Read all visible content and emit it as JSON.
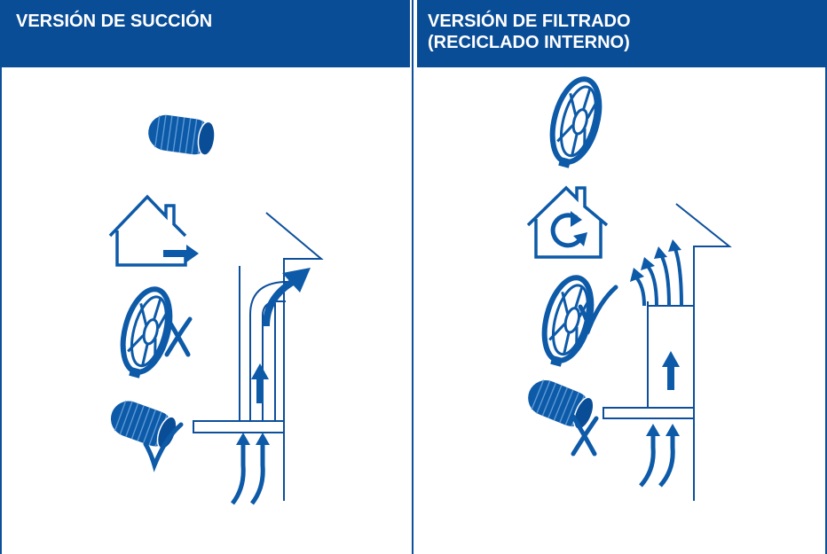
{
  "columns": [
    {
      "title": "VERSIÓN DE SUCCIÓN",
      "title_lines": [
        "VERSIÓN DE SUCCIÓN"
      ]
    },
    {
      "title": "VERSIÓN DE FILTRADO (RECICLADO INTERNO)",
      "title_lines": [
        "VERSIÓN DE FILTRADO",
        "(RECICLADO INTERNO)"
      ]
    }
  ],
  "colors": {
    "header_bg": "#0a4d97",
    "header_text": "#ffffff",
    "icon": "#0d5aa8",
    "line": "#0d4f9a"
  },
  "icons": {
    "left": [
      "duct-hose-icon",
      "house-exhaust-icon",
      "carbon-filter-icon",
      "cross-mark-icon",
      "duct-hose-icon",
      "check-mark-icon",
      "wall-duct-airflow-icon"
    ],
    "right": [
      "carbon-filter-icon",
      "house-recirculation-icon",
      "carbon-filter-icon",
      "check-mark-icon",
      "duct-hose-icon",
      "cross-mark-icon",
      "hood-recirculation-airflow-icon"
    ]
  }
}
